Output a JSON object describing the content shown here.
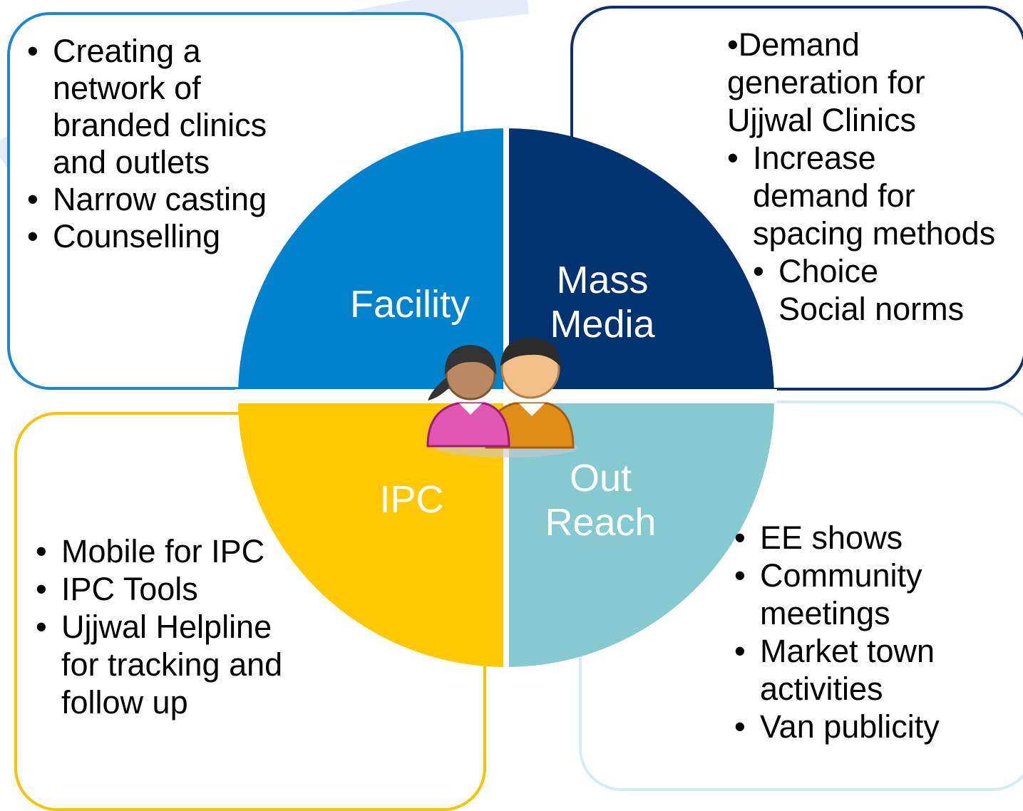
{
  "colors": {
    "facility": "#0082cc",
    "mass_media": "#003370",
    "ipc": "#ffc800",
    "outreach": "#85c9d1",
    "divider": "#ffffff"
  },
  "slices": {
    "facility": "Facility",
    "mass_media": [
      "Mass",
      "Media"
    ],
    "ipc": "IPC",
    "outreach": [
      "Out",
      "Reach"
    ]
  },
  "center_icon": "people-couple-icon",
  "panels": {
    "facility": {
      "items": [
        {
          "text": "Creating a",
          "kind": "bullet"
        },
        {
          "text": "network of",
          "kind": "cont"
        },
        {
          "text": "branded clinics",
          "kind": "cont"
        },
        {
          "text": "and outlets",
          "kind": "cont"
        },
        {
          "text": "Narrow casting",
          "kind": "bullet"
        },
        {
          "text": "Counselling",
          "kind": "bullet"
        }
      ]
    },
    "mass_media": {
      "items": [
        {
          "text": "•Demand",
          "kind": "plain"
        },
        {
          "text": "generation for",
          "kind": "plain"
        },
        {
          "text": "Ujjwal Clinics",
          "kind": "plain"
        },
        {
          "text": "Increase",
          "kind": "bullet"
        },
        {
          "text": "demand for",
          "kind": "cont1"
        },
        {
          "text": "spacing methods",
          "kind": "cont1"
        },
        {
          "text": "Choice",
          "kind": "sub"
        },
        {
          "text": "Social norms",
          "kind": "subcont"
        }
      ]
    },
    "ipc": {
      "items": [
        {
          "text": "Mobile for IPC",
          "kind": "bullet"
        },
        {
          "text": "IPC Tools",
          "kind": "bullet"
        },
        {
          "text": "Ujjwal Helpline",
          "kind": "bullet"
        },
        {
          "text": "for tracking and",
          "kind": "cont1"
        },
        {
          "text": "follow up",
          "kind": "cont1"
        }
      ]
    },
    "outreach": {
      "items": [
        {
          "text": " EE shows",
          "kind": "bullet"
        },
        {
          "text": "Community",
          "kind": "bullet"
        },
        {
          "text": "meetings",
          "kind": "cont1"
        },
        {
          "text": "Market town",
          "kind": "bullet"
        },
        {
          "text": "activities",
          "kind": "cont1"
        },
        {
          "text": "Van publicity",
          "kind": "bullet"
        }
      ]
    }
  }
}
